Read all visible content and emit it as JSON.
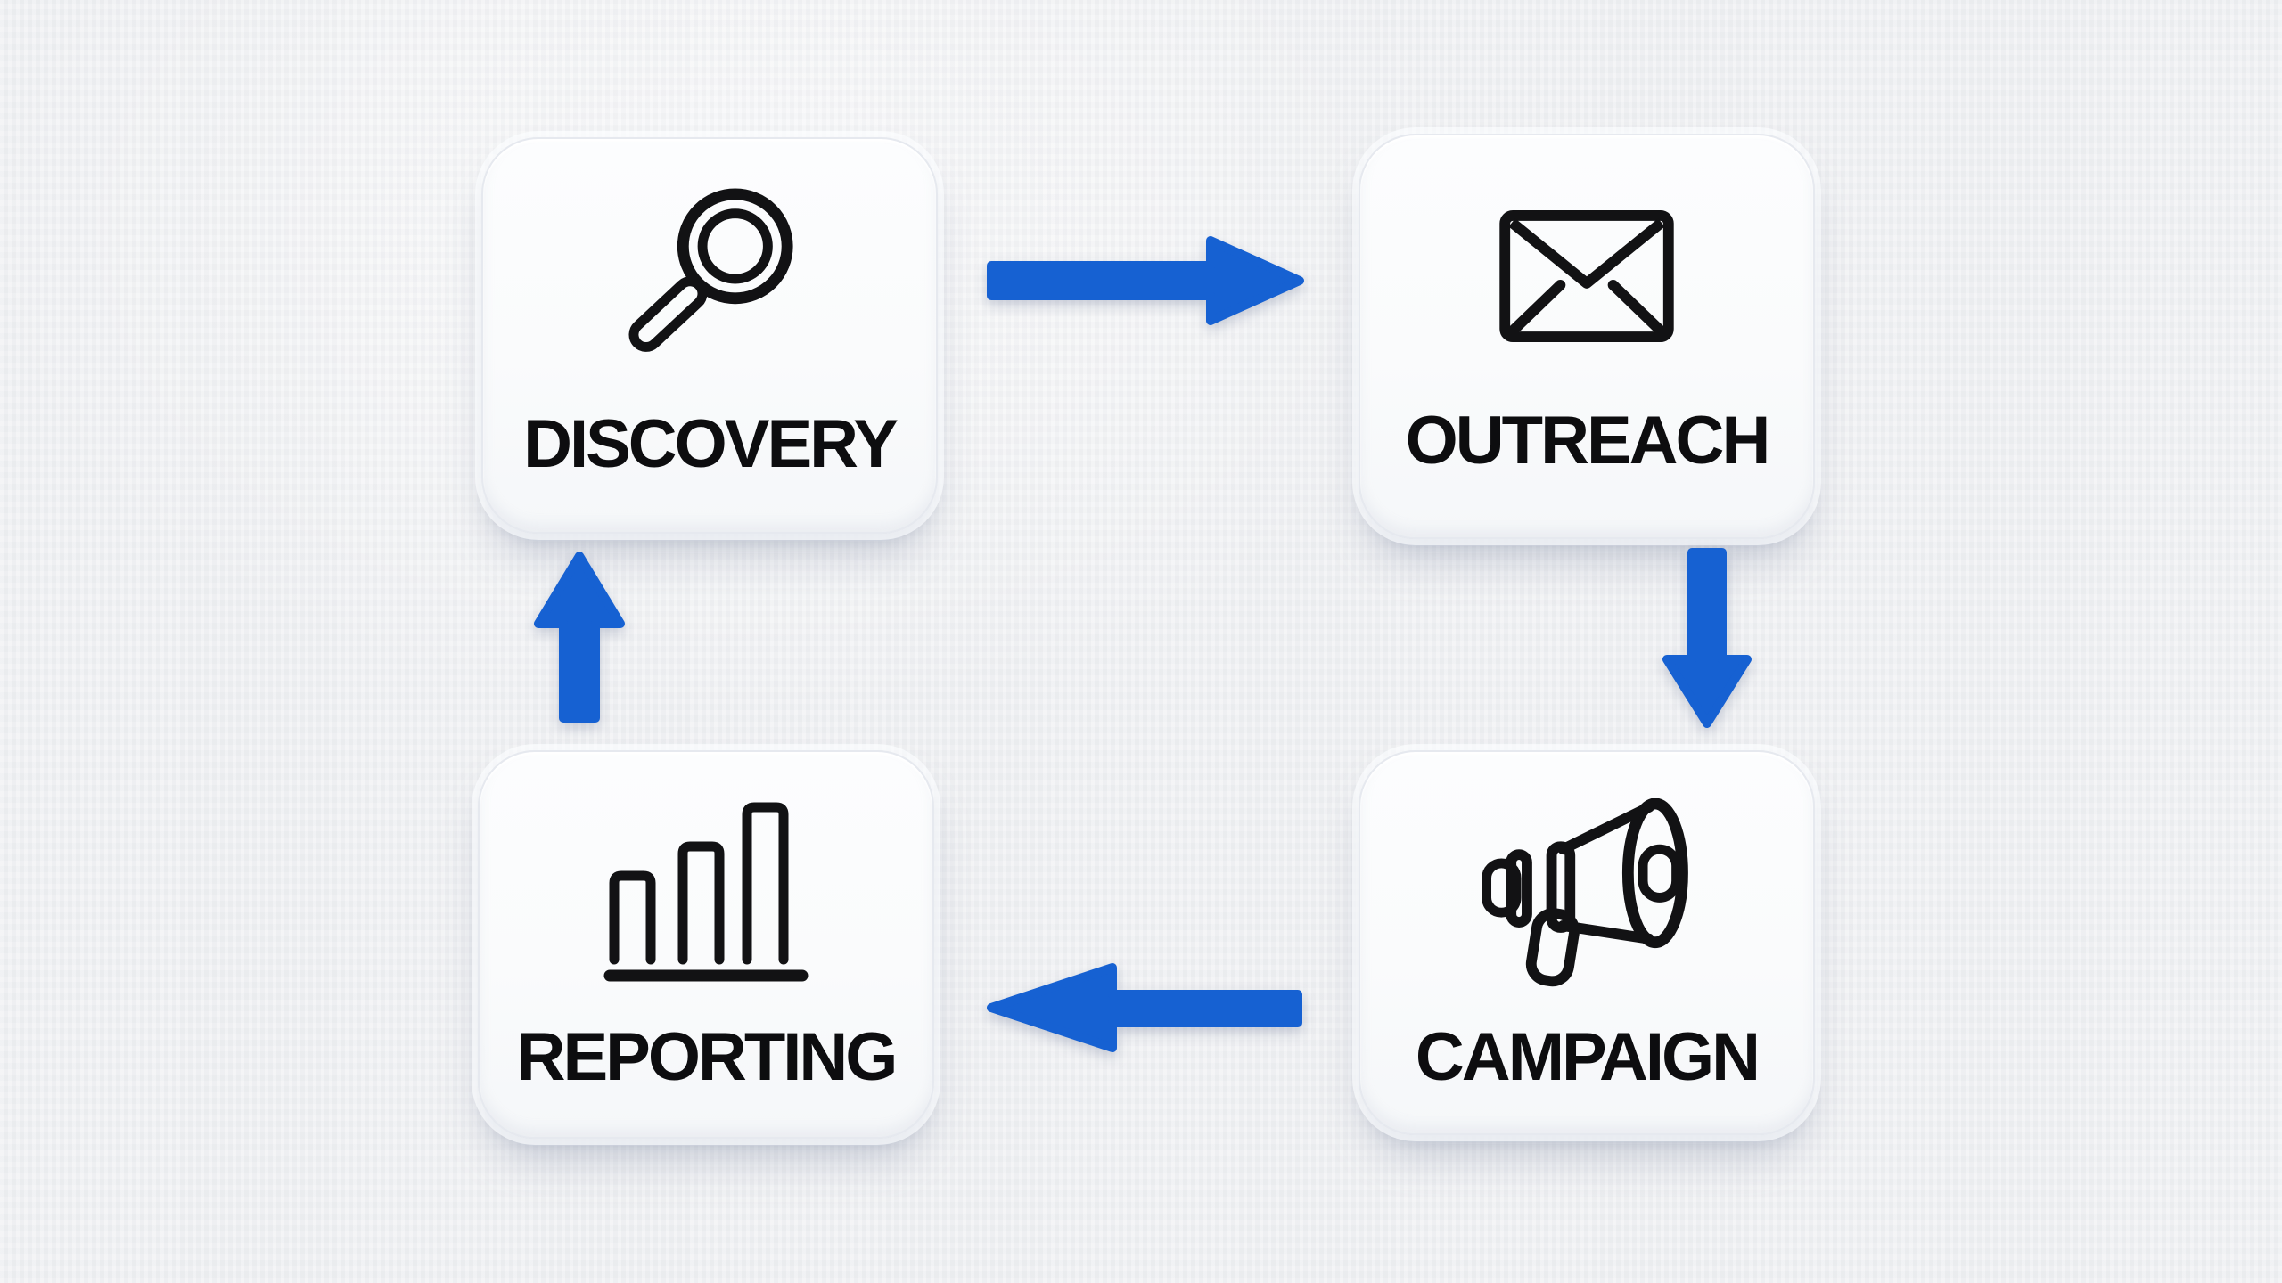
{
  "page": {
    "background": "#f0f1f3"
  },
  "colors": {
    "arrow": "#1661d2",
    "icon_stroke": "#121214",
    "card_background": "#fafbfc",
    "label_text": "#0d0d0f"
  },
  "nodes": [
    {
      "id": "discovery",
      "label": "DISCOVERY",
      "icon": "search-icon"
    },
    {
      "id": "outreach",
      "label": "OUTREACH",
      "icon": "envelope-icon"
    },
    {
      "id": "campaign",
      "label": "CAMPAIGN",
      "icon": "megaphone-icon"
    },
    {
      "id": "reporting",
      "label": "REPORTING",
      "icon": "bar-chart-icon"
    }
  ],
  "flow": [
    {
      "from": "DISCOVERY",
      "to": "OUTREACH",
      "direction": "right"
    },
    {
      "from": "OUTREACH",
      "to": "CAMPAIGN",
      "direction": "down"
    },
    {
      "from": "CAMPAIGN",
      "to": "REPORTING",
      "direction": "left"
    },
    {
      "from": "REPORTING",
      "to": "DISCOVERY",
      "direction": "up"
    }
  ]
}
